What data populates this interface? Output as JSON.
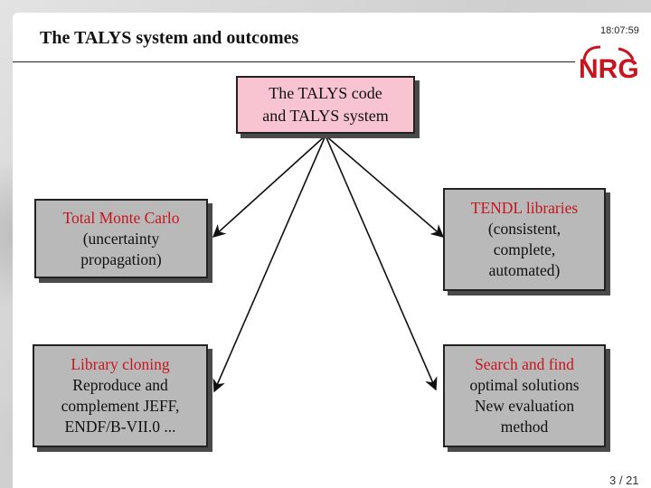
{
  "slide": {
    "title": "The TALYS system and outcomes",
    "clock": "18:07:59",
    "page_num": "3 / 21",
    "logo_text": "NRG",
    "accent": "#c8141e"
  },
  "diagram": {
    "top": {
      "lines": [
        "The TALYS code",
        "and TALYS system"
      ],
      "fill": "#f8c4d2"
    },
    "nodes": [
      {
        "id": "tl",
        "title": "Total Monte Carlo",
        "lines": [
          "(uncertainty",
          "propagation)"
        ]
      },
      {
        "id": "tr",
        "title": "TENDL libraries",
        "lines": [
          "(consistent,",
          "complete,",
          "automated)"
        ]
      },
      {
        "id": "bl",
        "title": "Library cloning",
        "lines": [
          "Reproduce and",
          "complement JEFF,",
          "ENDF/B-VII.0 ..."
        ]
      },
      {
        "id": "br",
        "title": "Search and find",
        "lines": [
          "optimal solutions",
          "New evaluation",
          "method"
        ]
      }
    ],
    "box_fill": "#b9b9b9"
  }
}
